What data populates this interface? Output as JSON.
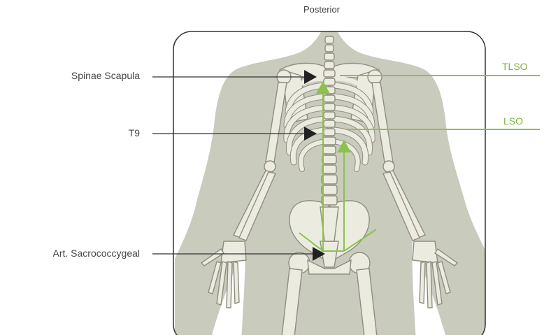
{
  "view_label": "Posterior",
  "labels": {
    "spinae_scapula": "Spinae Scapula",
    "t9": "T9",
    "art_sacrococcygeal": "Art. Sacrococcygeal",
    "tlso": "TLSO",
    "lso": "LSO"
  },
  "colors": {
    "accent_green": "#8bc34a",
    "label_green": "#7cb342",
    "text": "#444444",
    "marker": "#222222",
    "silhouette": "#c9cbbd",
    "bone": "#ecebe0",
    "bone_outline": "#8f8d80",
    "frame": "#333333"
  }
}
